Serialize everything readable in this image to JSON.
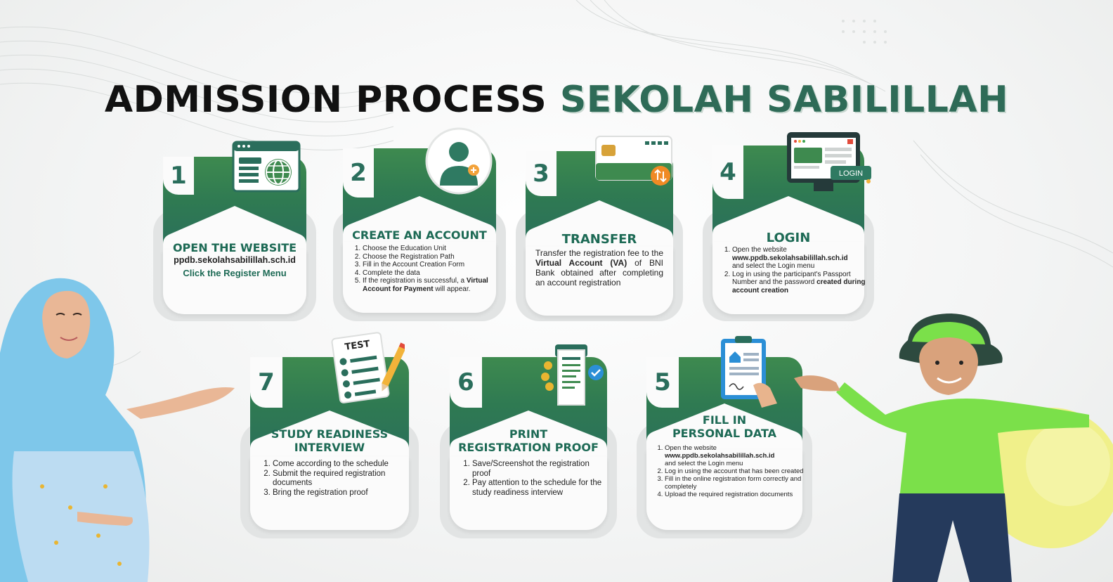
{
  "title": {
    "part1": "ADMISSION PROCESS",
    "part2": "SEKOLAH SABILILLAH"
  },
  "colors": {
    "green_dark": "#2a6e5c",
    "green_light": "#3e8a4f",
    "title_accent": "#2e6b57",
    "text": "#222222"
  },
  "steps": {
    "s1": {
      "number": "1",
      "title": "OPEN THE WEBSITE",
      "url": "ppdb.sekolahsabilillah.sch.id",
      "action": "Click the Register Menu",
      "icon": "website-globe-icon"
    },
    "s2": {
      "number": "2",
      "title": "CREATE AN ACCOUNT",
      "icon": "add-user-icon",
      "items": [
        "Choose the Education Unit",
        "Choose the Registration Path",
        "Fill in the Account Creation Form",
        "Complete the data"
      ],
      "item5_pre": "If the registration is successful, a",
      "item5_bold": "Virtual Account for Payment",
      "item5_post": "will appear."
    },
    "s3": {
      "number": "3",
      "title": "TRANSFER",
      "icon": "credit-card-icon",
      "text_pre": "Transfer the registration fee to the",
      "text_bold": "Virtual Account (VA)",
      "text_post": "of BNI Bank obtained after completing an account registration"
    },
    "s4": {
      "number": "4",
      "title": "LOGIN",
      "icon": "login-monitor-icon",
      "screen_label": "LOGIN",
      "item1_pre": "Open the website",
      "item1_bold": "www.ppdb.sekolahsabilillah.sch.id",
      "item1_post": "and select the Login menu",
      "item2_pre": "Log in using the participant's Passport Number and the password",
      "item2_bold": "created during account creation"
    },
    "s5": {
      "number": "5",
      "title_line1": "FILL IN",
      "title_line2": "PERSONAL DATA",
      "icon": "clipboard-form-icon",
      "item1_pre": "Open the website",
      "item1_bold": "www.ppdb.sekolahsabilillah.sch.id",
      "item1_post": "and select the Login menu",
      "items": [
        "Log in using the account that has been created",
        "Fill in the online registration form correctly and completely",
        "Upload the required registration documents"
      ]
    },
    "s6": {
      "number": "6",
      "title_line1": "PRINT",
      "title_line2": "REGISTRATION PROOF",
      "icon": "receipt-print-icon",
      "items": [
        "Save/Screenshot the registration proof",
        "Pay attention to the schedule for the study readiness interview"
      ]
    },
    "s7": {
      "number": "7",
      "title_line1": "STUDY READINESS",
      "title_line2": "INTERVIEW",
      "icon": "test-paper-icon",
      "icon_label": "TEST",
      "items": [
        "Come according to the schedule",
        "Submit the required registration documents",
        "Bring the registration proof"
      ]
    }
  }
}
